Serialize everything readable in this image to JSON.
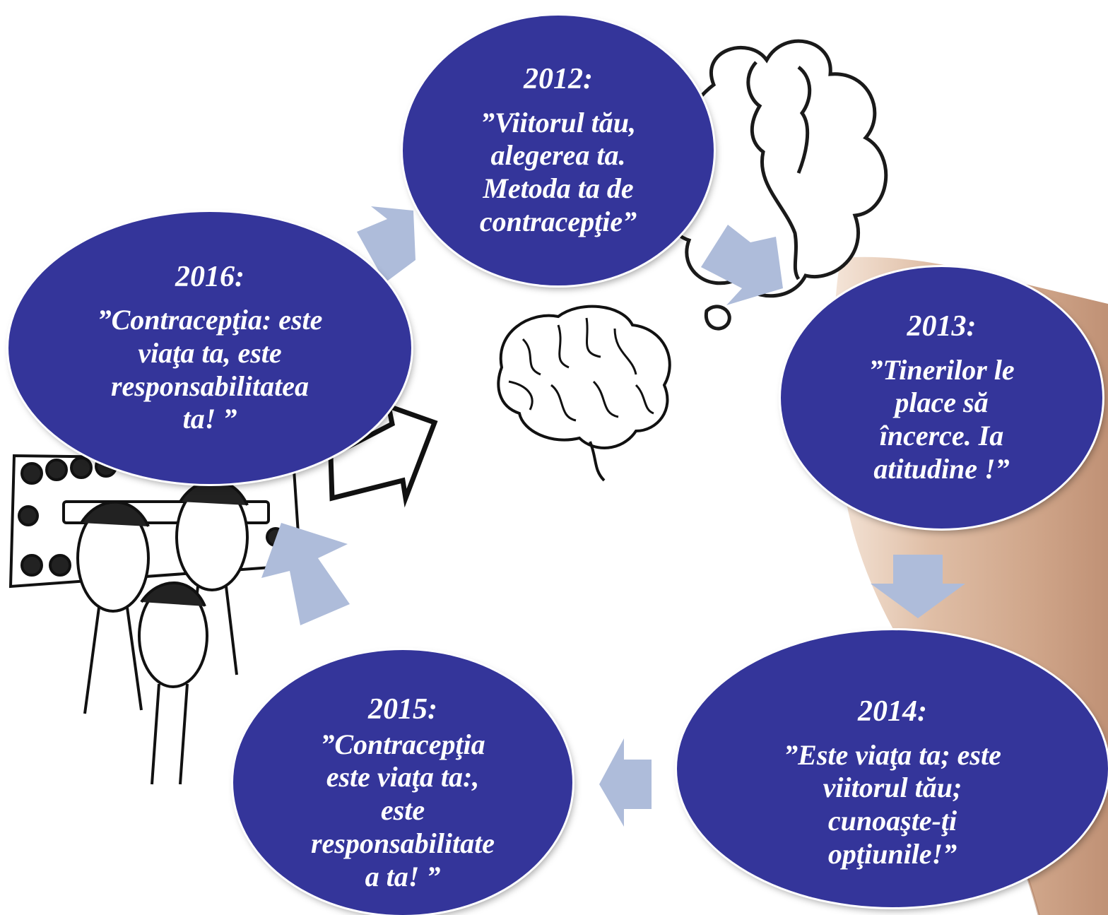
{
  "colors": {
    "node_fill": "#34359a",
    "node_text": "#ffffff",
    "arrow_fill": "#aebcda",
    "background": "#ffffff"
  },
  "icons": [
    "thought-bubble-woman-icon",
    "brain-icon",
    "hand-illustration",
    "pill-pack-illustration",
    "pill-characters-illustration",
    "outline-arrow-icon"
  ],
  "campaigns": [
    {
      "year": "2012:",
      "slogan": "”Viitorul tău,\nalegerea ta.\nMetoda ta de\ncontracepţie”"
    },
    {
      "year": "2013:",
      "slogan": "”Tinerilor le\nplace să\nîncerce. Ia\natitudine !”"
    },
    {
      "year": "2014:",
      "slogan": "”Este viaţa ta; este\nviitorul tău;\ncunoaşte-ţi\nopţiunile!”"
    },
    {
      "year": "2015:",
      "slogan": "”Contracepţia\neste viaţa ta:,\neste\nresponsabilitate\na ta! ”"
    },
    {
      "year": "2016:",
      "slogan": "”Contracepţia: este\nviaţa ta, este\nresponsabilitatea\nta! ”"
    }
  ]
}
